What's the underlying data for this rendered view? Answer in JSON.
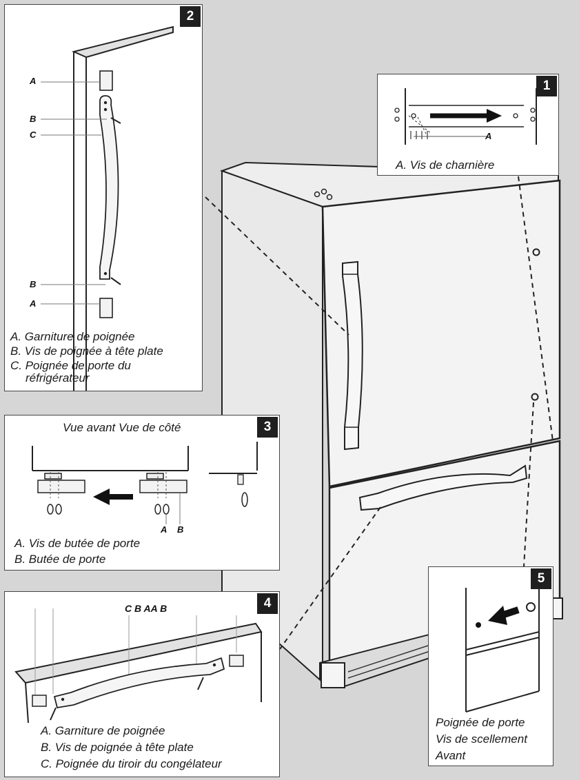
{
  "panel1": {
    "number": "1",
    "callout": "A",
    "legend": [
      "A. Vis de charnière"
    ]
  },
  "panel2": {
    "number": "2",
    "callouts": [
      "A",
      "B",
      "C",
      "B",
      "A"
    ],
    "legend": [
      "A. Garniture de poignée",
      "B. Vis de poignée à tête plate",
      "C. Poignée de porte du",
      "réfrigérateur"
    ]
  },
  "panel3": {
    "number": "3",
    "title": "Vue avant Vue de côté",
    "callouts": [
      "A",
      "B"
    ],
    "legend": [
      "A. Vis de butée de porte",
      "B. Butée de porte"
    ]
  },
  "panel4": {
    "number": "4",
    "callout_row": "C B AA  B",
    "legend": [
      "A. Garniture de poignée",
      "B. Vis de poignée à tête plate",
      "C. Poignée du tiroir du congélateur"
    ]
  },
  "panel5": {
    "number": "5",
    "legend": [
      "Poignée de porte",
      "Vis de scellement",
      "Avant"
    ]
  }
}
